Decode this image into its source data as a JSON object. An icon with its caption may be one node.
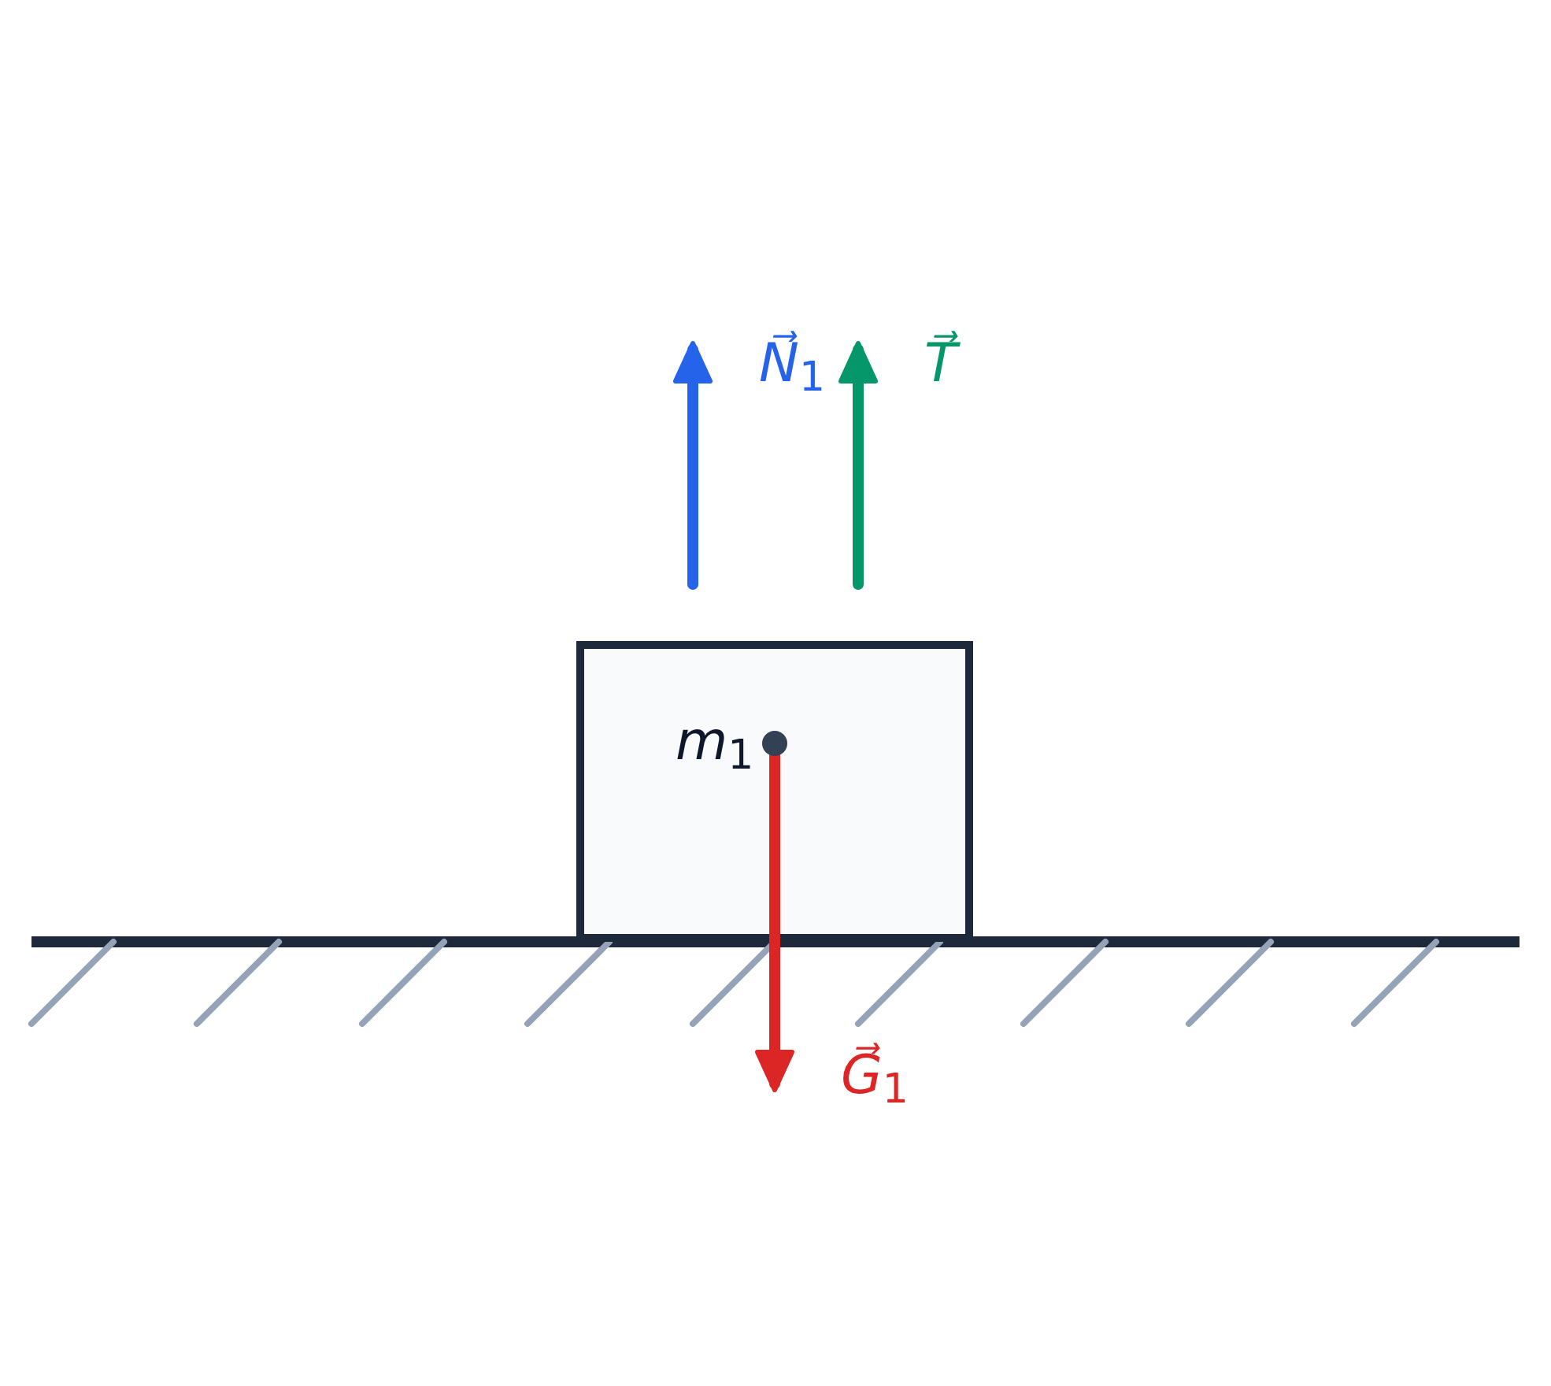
{
  "diagram": {
    "nodes": [
      {
        "text": [
          "*m*$_{1}$"
        ]
      }
    ],
    "labels": [
      "*N⃗*$_{1}$",
      "*T⃗*",
      "*G⃗*$_{1}$"
    ]
  }
}
